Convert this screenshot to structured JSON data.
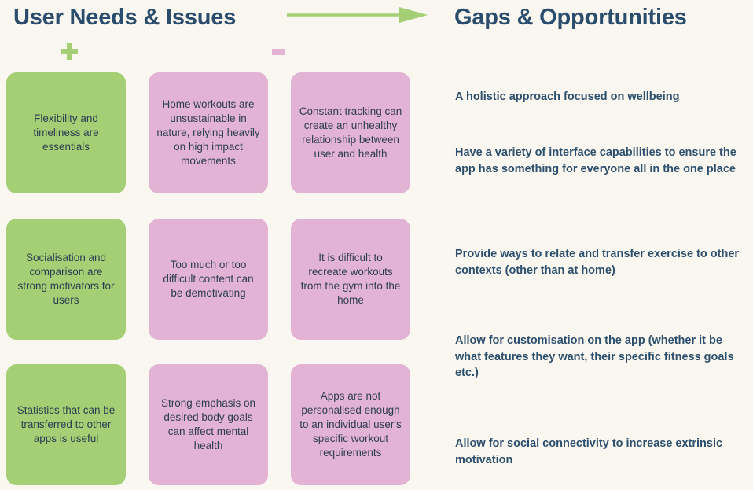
{
  "board": {
    "background_color": "#f9f7f0",
    "heading_color": "#2a4c6d",
    "green_color": "#a5cf74",
    "pink_color": "#e2b3d4",
    "card_text_color": "#2e3e52",
    "opportunity_text_color": "#2c4f6e"
  },
  "header": {
    "left_title": "User Needs & Issues",
    "right_title": "Gaps & Opportunities",
    "arrow": "right-arrow-icon"
  },
  "legend": {
    "positive_icon": "plus-icon",
    "negative_icon": "minus-icon"
  },
  "cards": {
    "rows": [
      {
        "items": [
          {
            "tone": "green",
            "text": "Flexibility and timeliness are essentials"
          },
          {
            "tone": "pink",
            "text": "Home workouts are unsustainable in nature, relying heavily on high impact movements"
          },
          {
            "tone": "pink",
            "text": "Constant tracking can create an unhealthy relationship between user and health"
          }
        ]
      },
      {
        "items": [
          {
            "tone": "green",
            "text": "Socialisation and comparison are strong motivators for users"
          },
          {
            "tone": "pink",
            "text": "Too much or too difficult content can be demotivating"
          },
          {
            "tone": "pink",
            "text": "It is difficult to recreate workouts from the gym into the home"
          }
        ]
      },
      {
        "items": [
          {
            "tone": "green",
            "text": "Statistics that can be transferred to other apps is useful"
          },
          {
            "tone": "pink",
            "text": "Strong emphasis on desired body goals can affect mental health"
          },
          {
            "tone": "pink",
            "text": "Apps are not personalised enough to an individual user's specific workout requirements"
          }
        ]
      }
    ]
  },
  "opportunities": {
    "items": [
      "A holistic approach focused on wellbeing",
      "Have a variety of interface capabilities to ensure the app has something for everyone all in the one place",
      "Provide ways to relate and transfer exercise to other contexts (other than at home)",
      "Allow for customisation on the app (whether it be what features they want, their specific fitness goals etc.)",
      "Allow for social connectivity to increase extrinsic motivation"
    ]
  }
}
